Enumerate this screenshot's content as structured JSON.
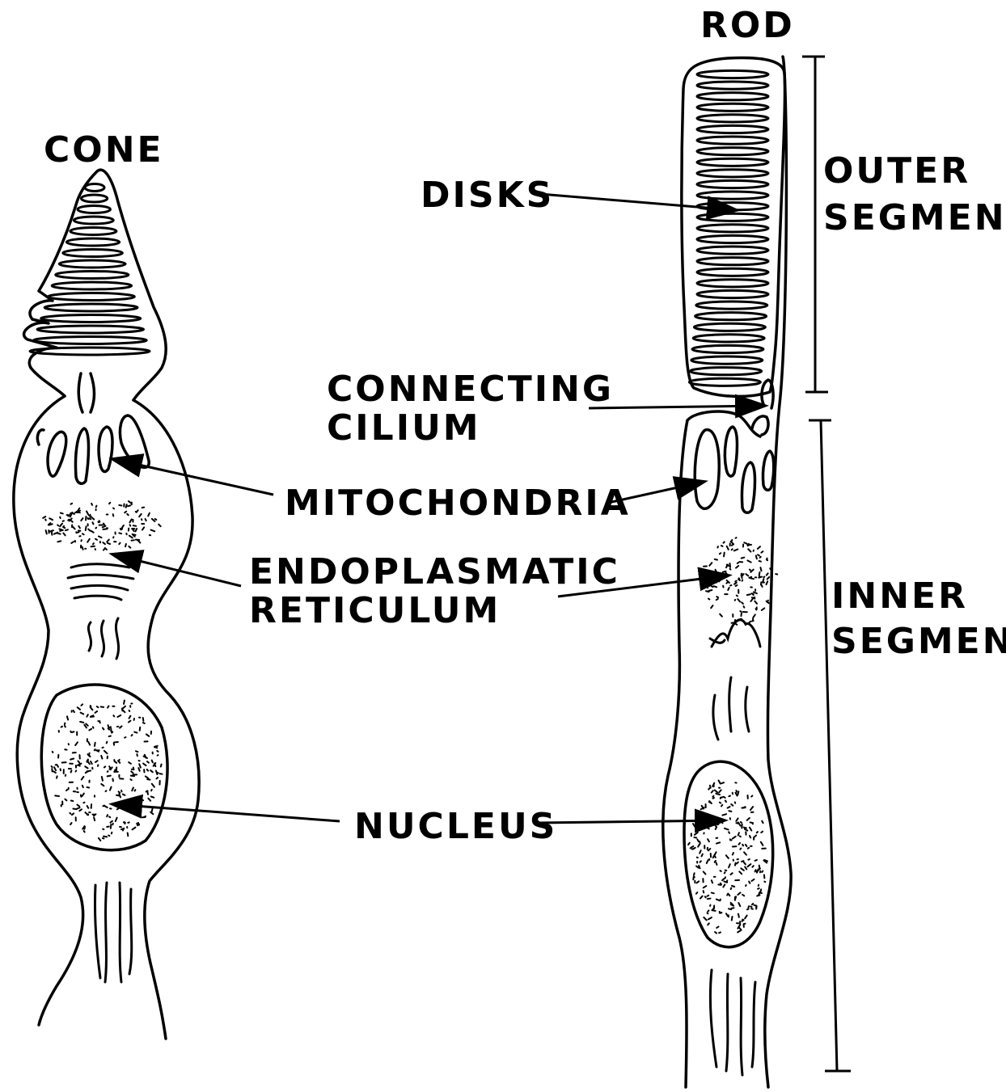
{
  "labels": {
    "cone": "CONE",
    "rod": "ROD",
    "disks": "DISKS",
    "outer_segment": [
      "OUTER",
      "SEGMENT"
    ],
    "connecting_cilium": [
      "CONNECTING",
      "CILIUM"
    ],
    "mitochondria": "MITOCHONDRIA",
    "endoplasmatic_reticulum": [
      "ENDOPLASMATIC",
      "RETICULUM"
    ],
    "inner_segment": [
      "INNER",
      "SEGMENT"
    ],
    "nucleus": "NUCLEUS"
  }
}
